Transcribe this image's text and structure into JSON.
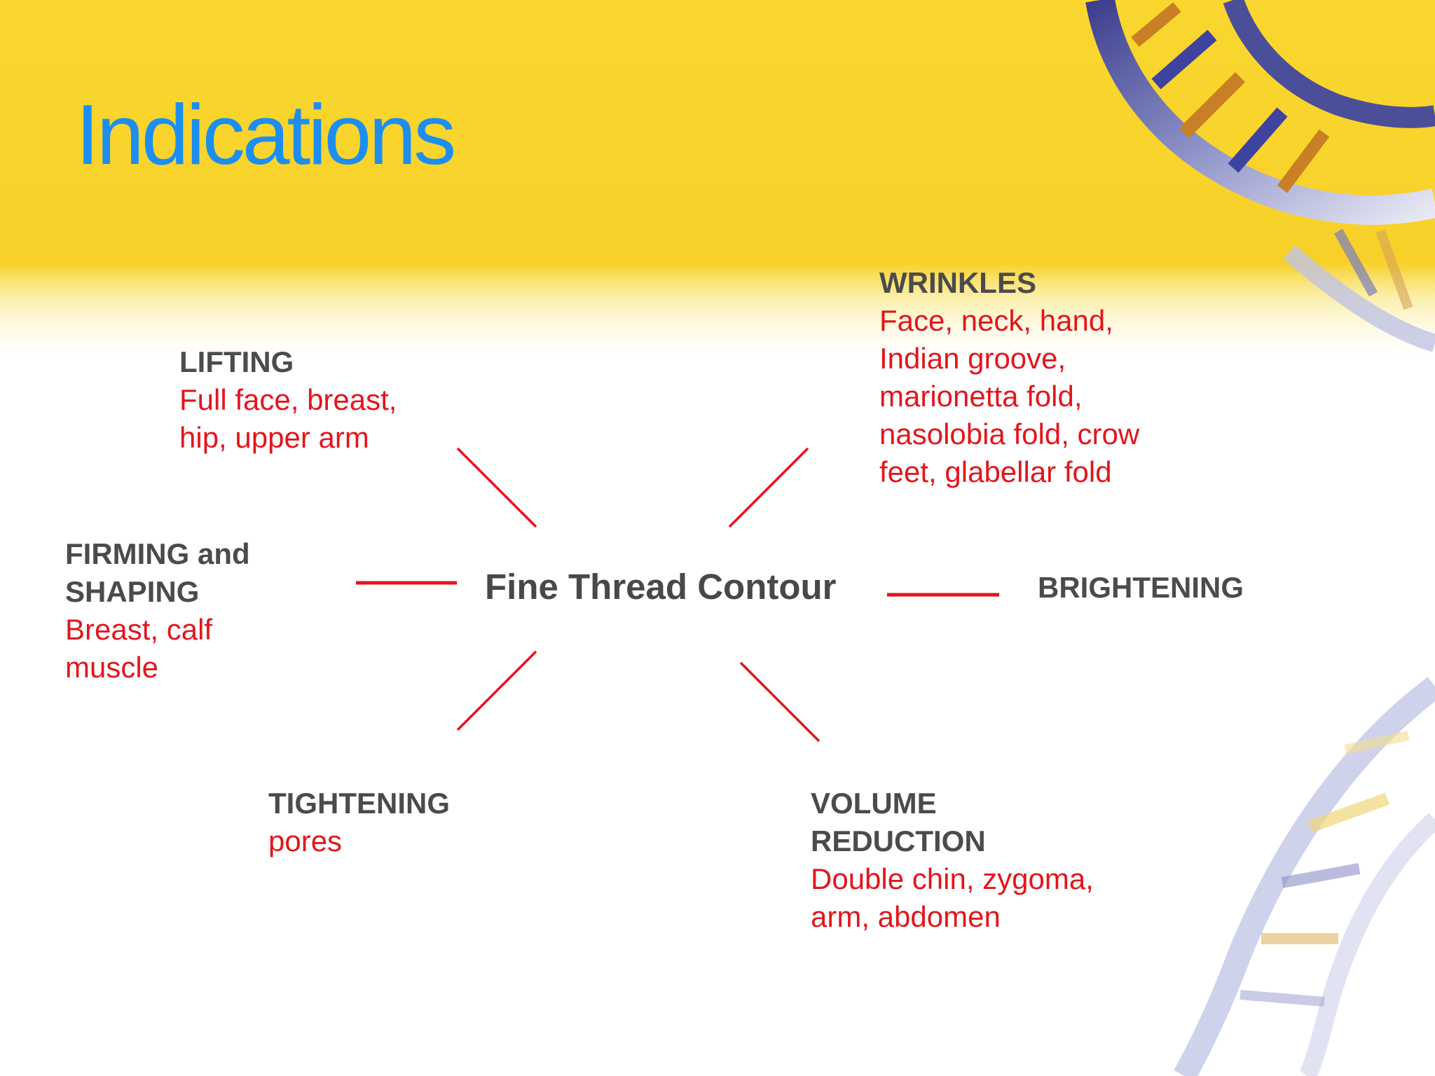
{
  "title": "Indications",
  "center_label": "Fine Thread Contour",
  "nodes": {
    "lifting": {
      "head": [
        "LIFTING"
      ],
      "body": [
        "Full face, breast,",
        "hip, upper arm"
      ]
    },
    "wrinkles": {
      "head": [
        "WRINKLES"
      ],
      "body": [
        "Face, neck, hand,",
        "Indian groove,",
        "marionetta fold,",
        "nasolobia fold, crow",
        "feet, glabellar fold"
      ]
    },
    "firming": {
      "head": [
        "FIRMING and",
        "SHAPING"
      ],
      "body": [
        "Breast, calf",
        "muscle"
      ]
    },
    "brightening": {
      "head": [
        "BRIGHTENING"
      ],
      "body": []
    },
    "tightening": {
      "head": [
        "TIGHTENING"
      ],
      "body": [
        "pores"
      ]
    },
    "volume": {
      "head": [
        "VOLUME",
        "REDUCTION"
      ],
      "body": [
        "Double chin, zygoma,",
        "arm, abdomen"
      ]
    }
  },
  "colors": {
    "title": "#1c8ef0",
    "heading": "#4b4b4b",
    "detail": "#e3161c",
    "connector": "#e3161c",
    "band": "#f9d72e"
  }
}
